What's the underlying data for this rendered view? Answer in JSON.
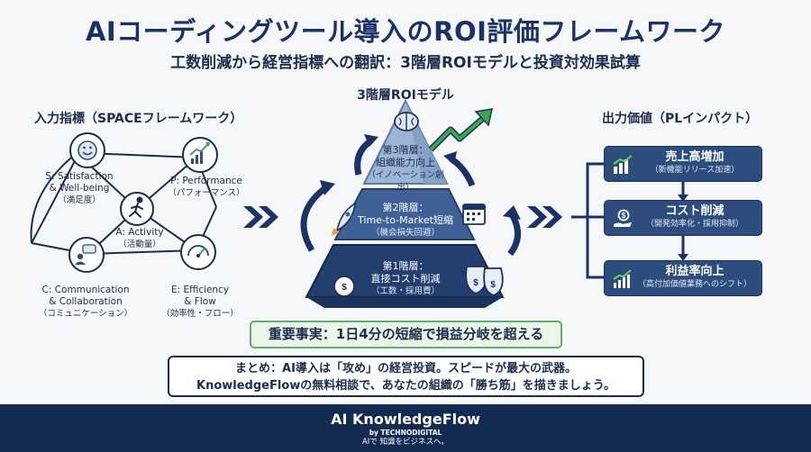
{
  "header": {
    "title": "AIコーディングツール導入のROI評価フレームワーク",
    "subtitle": "工数削減から経営指標への翻訳：3階層ROIモデルと投資対効果試算"
  },
  "left_panel": {
    "title": "入力指標（SPACEフレームワーク）",
    "nodes": [
      {
        "name": "S: Satisfaction",
        "name2": "& Well-being",
        "sub": "（満足度）",
        "icon": "smiley-icon"
      },
      {
        "name": "P: Performance",
        "sub": "（パフォーマンス）",
        "icon": "growth-chart-icon"
      },
      {
        "name": "A: Activity",
        "sub": "（活動量）",
        "icon": "running-person-icon"
      },
      {
        "name": "C: Communication",
        "name2": "& Collaboration",
        "sub": "（コミュニケーション）",
        "icon": "chat-person-icon"
      },
      {
        "name": "E: Efficiency",
        "name2": "& Flow",
        "sub": "（効率性・フロー）",
        "icon": "gauge-icon"
      }
    ]
  },
  "center_panel": {
    "title": "3階層ROIモデル",
    "layers": [
      {
        "line1": "第3階層：",
        "line2": "組織能力向上",
        "sub": "（イノベーション創出）",
        "icon": "brain-icon"
      },
      {
        "line1": "第2階層：",
        "line2": "Time-to-Market短縮",
        "sub": "（機会損失回避）",
        "icon": "rocket-icon"
      },
      {
        "line1": "第1階層：",
        "line2": "直接コスト削減",
        "sub": "（工数・採用費）",
        "icon": "money-bag-icon"
      }
    ]
  },
  "right_panel": {
    "title": "出力価値（PLインパクト）",
    "outputs": [
      {
        "main": "売上高増加",
        "sub": "（新機能リリース加速）",
        "icon": "bar-chart-icon"
      },
      {
        "main": "コスト削減",
        "sub": "（開発効率化・採用抑制）",
        "icon": "hand-coin-icon"
      },
      {
        "main": "利益率向上",
        "sub": "（高付加価値業務へのシフト）",
        "icon": "line-chart-icon"
      }
    ]
  },
  "fact": {
    "text": "重要事実：1日4分の短縮で損益分岐を超える"
  },
  "summary": {
    "line1": "まとめ：AI導入は「攻め」の経営投資。スピードが最大の武器。",
    "line2": "KnowledgeFlowの無料相談で、あなたの組織の「勝ち筋」を描きましょう。"
  },
  "footer": {
    "brand": "AI KnowledgeFlow",
    "by": "by TECHNODIGITAL",
    "tagline": "AIで 知識をビジネスへ。"
  },
  "colors": {
    "navy": "#1b3268",
    "box_blue": "#2d4d7e",
    "pyramid_top": "#9db4d4",
    "pyramid_mid": "#3f6296",
    "pyramid_bottom": "#233f6e",
    "accent_green": "#3aa84a",
    "fact_border": "#5fae6a",
    "footer_bg": "#132a52"
  }
}
